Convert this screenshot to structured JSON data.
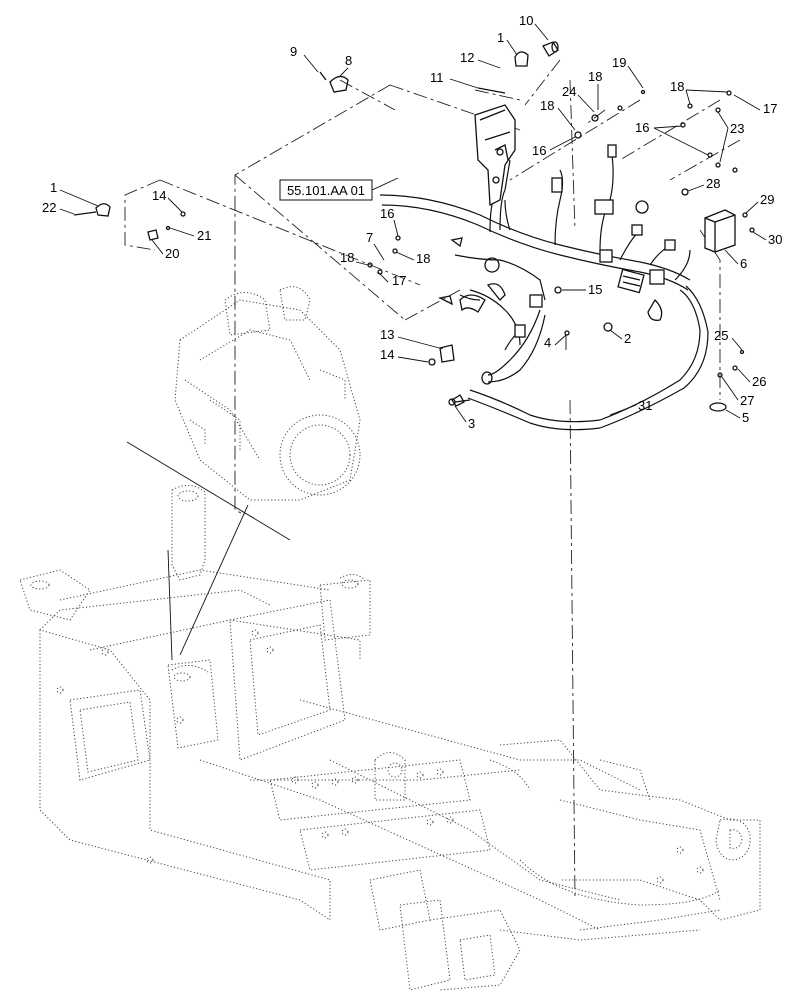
{
  "reference_box": "55.101.AA 01",
  "callouts": [
    "1",
    "22",
    "14",
    "21",
    "20",
    "9",
    "8",
    "12",
    "11",
    "10",
    "1",
    "19",
    "18",
    "24",
    "18",
    "16",
    "18",
    "17",
    "16",
    "23",
    "28",
    "29",
    "30",
    "6",
    "16",
    "7",
    "18",
    "18",
    "17",
    "15",
    "13",
    "14",
    "4",
    "2",
    "25",
    "26",
    "27",
    "5",
    "31",
    "3"
  ]
}
